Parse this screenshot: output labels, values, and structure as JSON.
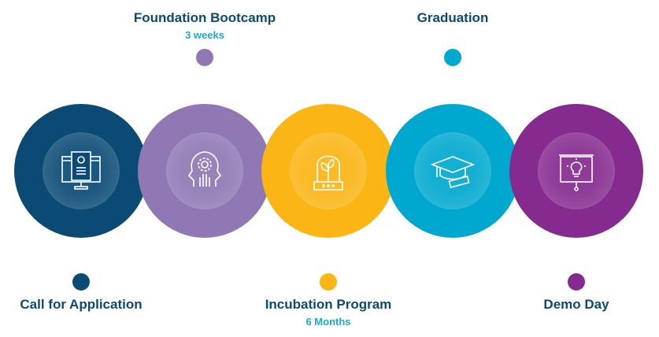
{
  "stages": [
    {
      "title": "Call for Application",
      "subtitle": null,
      "color": "#0a4a74",
      "icon": "computer-resume-icon"
    },
    {
      "title": "Foundation Bootcamp",
      "subtitle": "3 weeks",
      "color": "#8f78b4",
      "icon": "head-gear-icon"
    },
    {
      "title": "Incubation Program",
      "subtitle": "6 Months",
      "color": "#fbb514",
      "icon": "plant-incubator-icon"
    },
    {
      "title": "Graduation",
      "subtitle": null,
      "color": "#00a8cf",
      "icon": "graduation-cap-icon"
    },
    {
      "title": "Demo Day",
      "subtitle": null,
      "color": "#852b8f",
      "icon": "presentation-idea-icon"
    }
  ]
}
